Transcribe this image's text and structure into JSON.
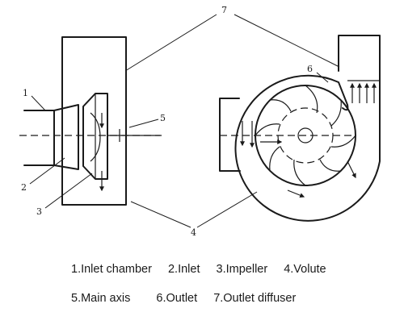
{
  "labels": {
    "l1": "1",
    "l2": "2",
    "l3": "3",
    "l4": "4",
    "l5": "5",
    "l6": "6",
    "l7": "7"
  },
  "legend": {
    "row1": [
      "1.Inlet chamber",
      "2.Inlet",
      "3.Impeller",
      "4.Volute"
    ],
    "row2": [
      "5.Main axis",
      "6.Outlet",
      "7.Outlet diffuser"
    ]
  }
}
